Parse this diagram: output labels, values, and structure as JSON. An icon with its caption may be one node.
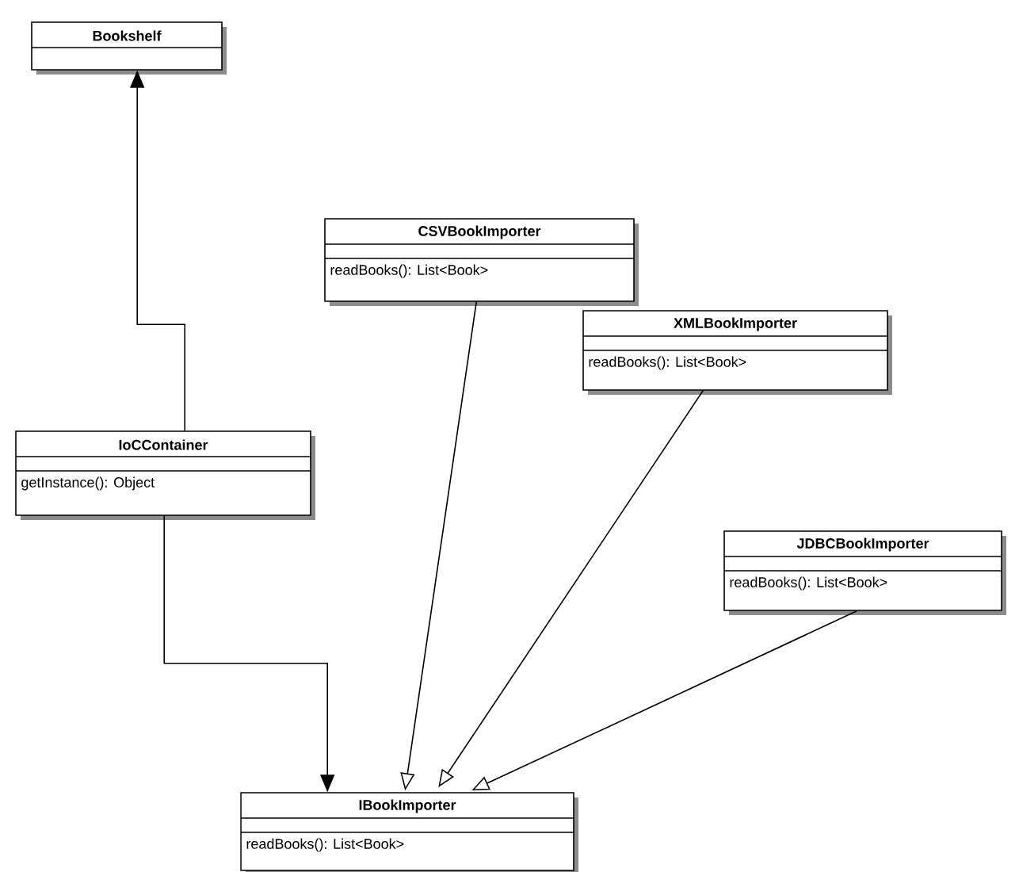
{
  "diagram": {
    "nodes": [
      {
        "text": [
          "Bookshelf"
        ]
      },
      {
        "text": [
          "CSVBookImporter",
          "readBooks(): List<Book>"
        ]
      },
      {
        "text": [
          "XMLBookImporter",
          "readBooks(): List<Book>"
        ]
      },
      {
        "text": [
          "IoCContainer",
          "getInstance(): Object"
        ]
      },
      {
        "text": [
          "JDBCBookImporter",
          "readBooks(): List<Book>"
        ]
      },
      {
        "text": [
          "IBookImporter",
          "readBooks(): List<Book>"
        ]
      }
    ],
    "edges": [
      {
        "from": 3,
        "to": 0,
        "arrow": "to"
      },
      {
        "from": 3,
        "to": 5,
        "arrow": "to"
      },
      {
        "from": 1,
        "to": 5,
        "arrow": "to"
      },
      {
        "from": 2,
        "to": 5,
        "arrow": "to"
      },
      {
        "from": 4,
        "to": 5,
        "arrow": "to"
      }
    ]
  }
}
